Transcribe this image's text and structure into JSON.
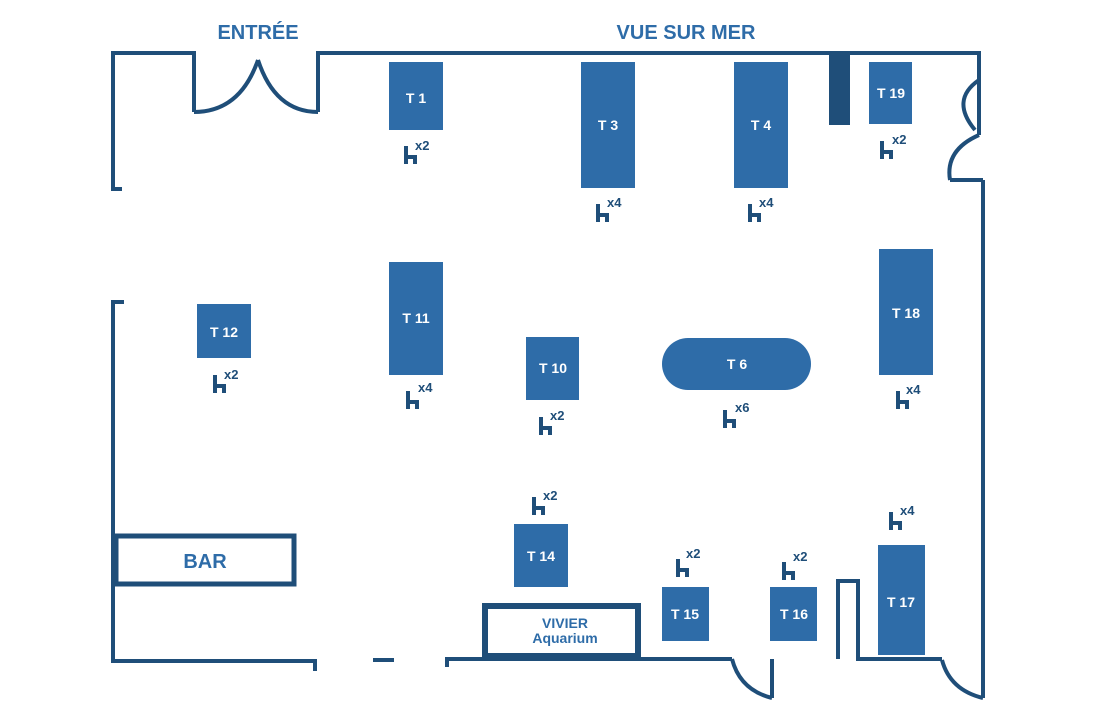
{
  "labels": {
    "entrance": "ENTRÉE",
    "sea_view": "VUE SUR MER",
    "bar": "BAR",
    "vivier_line1": "VIVIER",
    "vivier_line2": "Aquarium"
  },
  "colors": {
    "wall": "#1f4e79",
    "table": "#2e6ca8",
    "text_accent": "#2e6ca8"
  },
  "tables": [
    {
      "id": "t1",
      "label": "T 1",
      "seats": "x2"
    },
    {
      "id": "t3",
      "label": "T 3",
      "seats": "x4"
    },
    {
      "id": "t4",
      "label": "T 4",
      "seats": "x4"
    },
    {
      "id": "t19",
      "label": "T 19",
      "seats": "x2"
    },
    {
      "id": "t12",
      "label": "T 12",
      "seats": "x2"
    },
    {
      "id": "t11",
      "label": "T 11",
      "seats": "x4"
    },
    {
      "id": "t10",
      "label": "T 10",
      "seats": "x2"
    },
    {
      "id": "t6",
      "label": "T 6",
      "seats": "x6"
    },
    {
      "id": "t18",
      "label": "T 18",
      "seats": "x4"
    },
    {
      "id": "t14",
      "label": "T 14",
      "seats": "x2"
    },
    {
      "id": "t15",
      "label": "T 15",
      "seats": "x2"
    },
    {
      "id": "t16",
      "label": "T 16",
      "seats": "x2"
    },
    {
      "id": "t17",
      "label": "T 17",
      "seats": "x4"
    }
  ]
}
